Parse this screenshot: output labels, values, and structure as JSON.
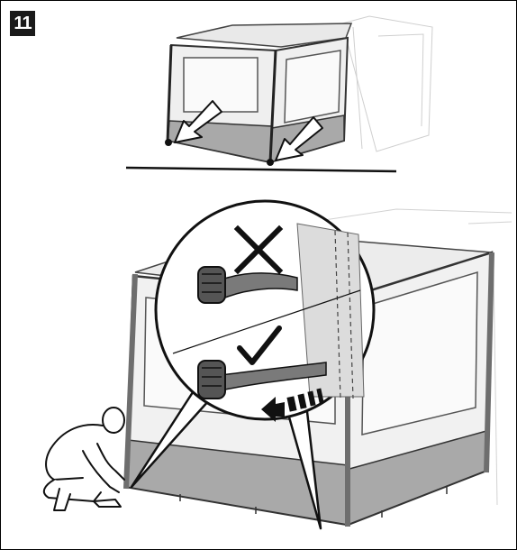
{
  "step": {
    "number": "11"
  },
  "illustration": {
    "top_view": "awning-front-corners-pegging",
    "bottom_view": "awning-pegging-with-callout",
    "callout_states": [
      "incorrect",
      "correct"
    ],
    "icons": [
      "cross-icon",
      "checkmark-icon",
      "direction-arrow-icon"
    ]
  },
  "colors": {
    "ink": "#1a1a1a",
    "panel_gray": "#a9a9a9",
    "light_gray": "#dcdcdc",
    "frame_dark": "#6e6e6e"
  }
}
